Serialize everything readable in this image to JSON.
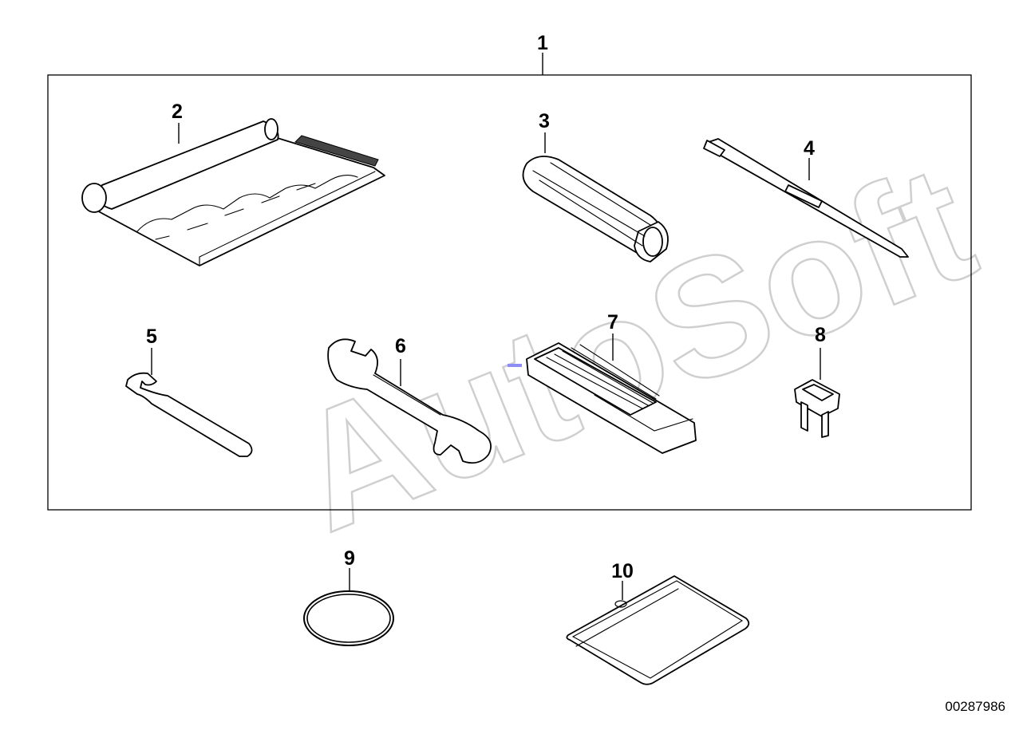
{
  "diagram": {
    "callouts": [
      {
        "id": "1",
        "label": "1"
      },
      {
        "id": "2",
        "label": "2"
      },
      {
        "id": "3",
        "label": "3"
      },
      {
        "id": "4",
        "label": "4"
      },
      {
        "id": "5",
        "label": "5"
      },
      {
        "id": "6",
        "label": "6"
      },
      {
        "id": "7",
        "label": "7"
      },
      {
        "id": "8",
        "label": "8"
      },
      {
        "id": "9",
        "label": "9"
      },
      {
        "id": "10",
        "label": "10"
      }
    ],
    "watermark": "AutoSoft",
    "document_number": "00287986"
  }
}
